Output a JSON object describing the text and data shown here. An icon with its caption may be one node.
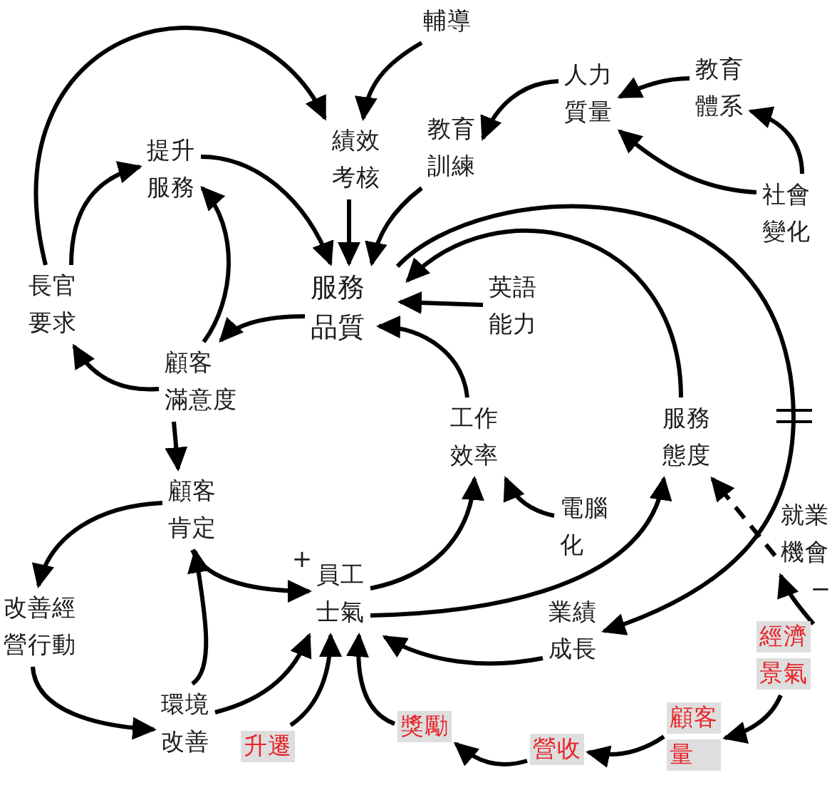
{
  "diagram": {
    "nodes": [
      {
        "text": [
          "輔導"
        ]
      },
      {
        "text": [
          "人力質量"
        ]
      },
      {
        "text": [
          "教育體系"
        ]
      },
      {
        "text": [
          "提升服務"
        ]
      },
      {
        "text": [
          "績效考核"
        ]
      },
      {
        "text": [
          "教育訓練"
        ]
      },
      {
        "text": [
          "社會變化"
        ]
      },
      {
        "text": [
          "長官要求"
        ]
      },
      {
        "text": [
          "服務品質"
        ]
      },
      {
        "text": [
          "英語能力"
        ]
      },
      {
        "text": [
          "顧客滿意度"
        ]
      },
      {
        "text": [
          "工作效率"
        ]
      },
      {
        "text": [
          "服務態度"
        ]
      },
      {
        "text": [
          "顧客肯定"
        ]
      },
      {
        "text": [
          "電腦化"
        ]
      },
      {
        "text": [
          "就業機會"
        ]
      },
      {
        "text": [
          "改善經營行動"
        ]
      },
      {
        "text": [
          "員工士氣"
        ]
      },
      {
        "text": [
          "業績成長"
        ]
      },
      {
        "text": [
          "經濟景氣"
        ]
      },
      {
        "text": [
          "環境改善"
        ]
      },
      {
        "text": [
          "升遷"
        ]
      },
      {
        "text": [
          "獎勵"
        ]
      },
      {
        "text": [
          "營收"
        ]
      },
      {
        "text": [
          "顧客量"
        ]
      }
    ],
    "edges": [
      {
        "from": 7,
        "to": 4,
        "arrow": "to"
      },
      {
        "from": 7,
        "to": 3,
        "arrow": "to"
      },
      {
        "from": 3,
        "to": 8,
        "arrow": "to"
      },
      {
        "from": 10,
        "to": 3,
        "arrow": "to"
      },
      {
        "from": 8,
        "to": 10,
        "arrow": "to"
      },
      {
        "from": 10,
        "to": 7,
        "arrow": "to"
      },
      {
        "from": 4,
        "to": 8,
        "arrow": "to"
      },
      {
        "from": 0,
        "to": 4,
        "arrow": "to"
      },
      {
        "from": 5,
        "to": 8,
        "arrow": "to"
      },
      {
        "from": 1,
        "to": 5,
        "arrow": "to"
      },
      {
        "from": 2,
        "to": 1,
        "arrow": "to"
      },
      {
        "from": 6,
        "to": 2,
        "arrow": "to"
      },
      {
        "from": 6,
        "to": 1,
        "arrow": "to"
      },
      {
        "from": 12,
        "to": 8,
        "arrow": "to"
      },
      {
        "from": 8,
        "to": 18,
        "arrow": "to"
      },
      {
        "from": 9,
        "to": 8,
        "arrow": "to"
      },
      {
        "from": 11,
        "to": 8,
        "arrow": "to"
      },
      {
        "from": 17,
        "to": 11,
        "arrow": "to"
      },
      {
        "from": 14,
        "to": 11,
        "arrow": "to"
      },
      {
        "from": 17,
        "to": 12,
        "arrow": "to"
      },
      {
        "from": 18,
        "to": 17,
        "arrow": "to"
      },
      {
        "from": 15,
        "to": 12,
        "arrow": "to",
        "style": "dashed"
      },
      {
        "from": 19,
        "to": 15,
        "arrow": "to"
      },
      {
        "from": 19,
        "to": 24,
        "arrow": "to"
      },
      {
        "from": 24,
        "to": 23,
        "arrow": "to"
      },
      {
        "from": 23,
        "to": 22,
        "arrow": "to"
      },
      {
        "from": 22,
        "to": 17,
        "arrow": "to"
      },
      {
        "from": 21,
        "to": 17,
        "arrow": "to"
      },
      {
        "from": 20,
        "to": 17,
        "arrow": "to"
      },
      {
        "from": 20,
        "to": 13,
        "arrow": "to"
      },
      {
        "from": 13,
        "to": 17,
        "arrow": "to"
      },
      {
        "from": 13,
        "to": 16,
        "arrow": "to"
      },
      {
        "from": 16,
        "to": 20,
        "arrow": "to"
      },
      {
        "from": 10,
        "to": 13,
        "arrow": "to"
      }
    ],
    "labels": [
      "+",
      "−"
    ]
  }
}
